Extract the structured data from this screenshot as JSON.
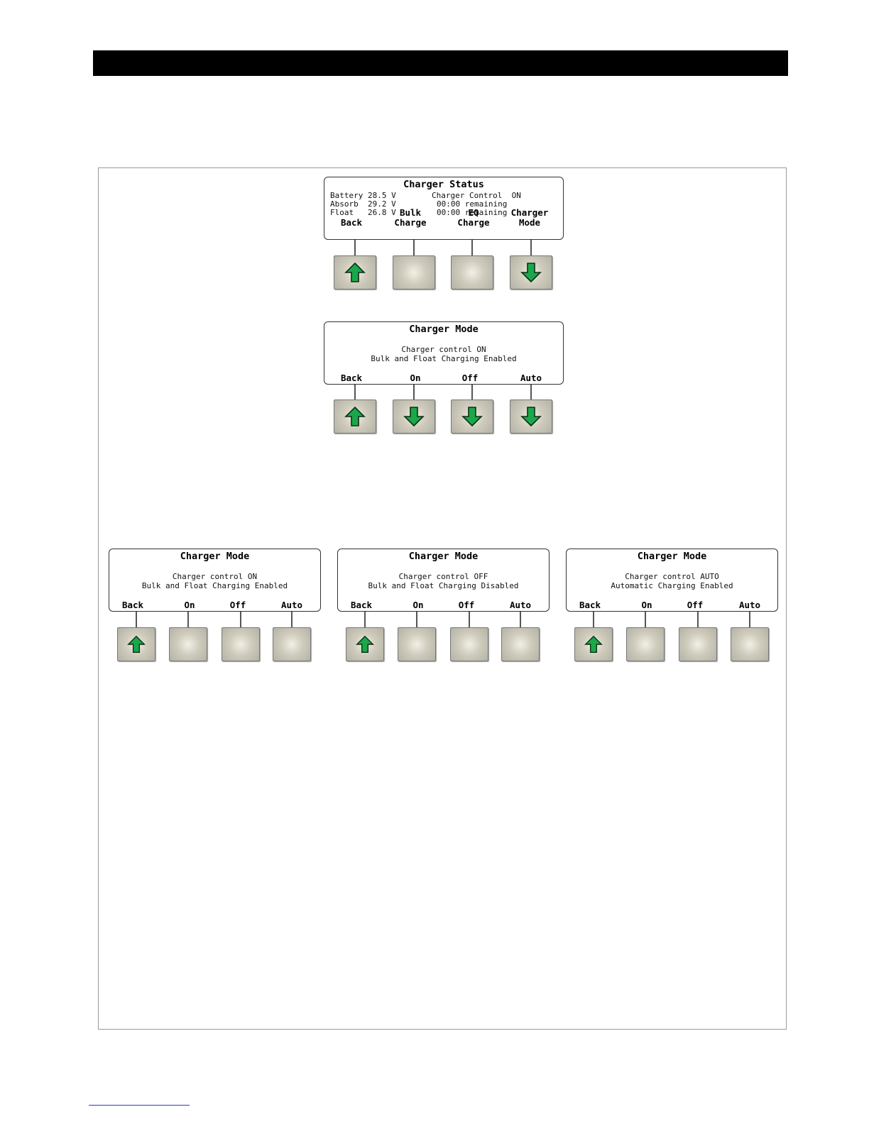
{
  "status_screen": {
    "title": "Charger Status",
    "row1_left": "Battery 28.5 V",
    "row1_right": "Charger Control  ON",
    "row2_left": "Absorb  29.2 V",
    "row2_right": "00:00 remaining",
    "row3_left": "Float   26.8 V",
    "row3_right": "00:00 remaining",
    "softkeys": [
      "Back",
      "Bulk\nCharge",
      "EQ\nCharge",
      "Charger\nMode"
    ],
    "buttons": [
      "up-arrow",
      "blank",
      "blank",
      "down-arrow"
    ]
  },
  "mode_screen_main": {
    "title": "Charger Mode",
    "line1": "Charger control ON",
    "line2": "Bulk and Float Charging Enabled",
    "softkeys": [
      "Back",
      "On",
      "Off",
      "Auto"
    ],
    "buttons": [
      "up-arrow",
      "down-arrow",
      "down-arrow",
      "down-arrow"
    ]
  },
  "mode_on": {
    "title": "Charger Mode",
    "line1": "Charger control ON",
    "line2": "Bulk and Float Charging Enabled",
    "softkeys": [
      "Back",
      "On",
      "Off",
      "Auto"
    ],
    "buttons": [
      "up-arrow",
      "blank",
      "blank",
      "blank"
    ]
  },
  "mode_off": {
    "title": "Charger Mode",
    "line1": "Charger control OFF",
    "line2": "Bulk and Float Charging Disabled",
    "softkeys": [
      "Back",
      "On",
      "Off",
      "Auto"
    ],
    "buttons": [
      "up-arrow",
      "blank",
      "blank",
      "blank"
    ]
  },
  "mode_auto": {
    "title": "Charger Mode",
    "line1": "Charger control AUTO",
    "line2": "Automatic Charging Enabled",
    "softkeys": [
      "Back",
      "On",
      "Off",
      "Auto"
    ],
    "buttons": [
      "up-arrow",
      "blank",
      "blank",
      "blank"
    ]
  },
  "colors": {
    "arrow_fill": "#1aa84a",
    "arrow_stroke": "#0c2f14",
    "button_face": "#cfccbd"
  }
}
